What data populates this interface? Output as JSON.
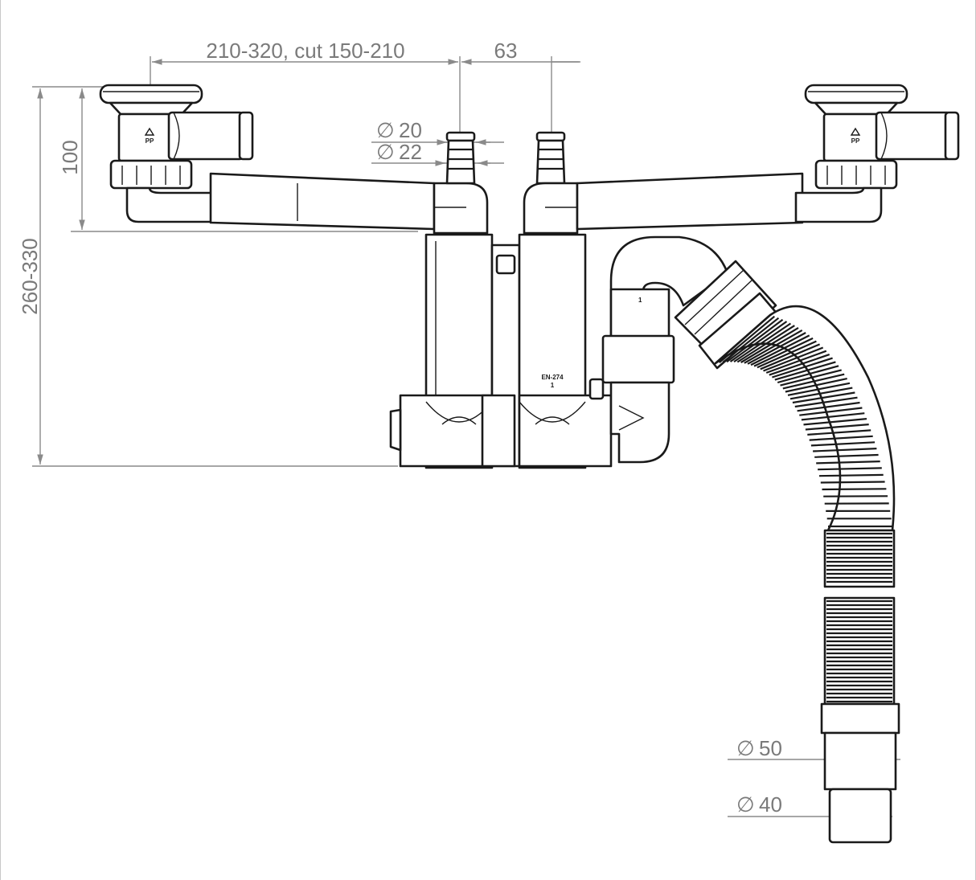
{
  "dimensions": {
    "top_span": "210-320, cut 150-210",
    "top_gap": "63",
    "inlet_small": "20",
    "inlet_large": "22",
    "height_upper": "100",
    "height_total": "260-330",
    "outlet_large": "50",
    "outlet_small": "40",
    "diameter_symbol": "∅"
  },
  "markings": {
    "standard": "EN-274",
    "standard_class": "1",
    "elbow_mark": "1",
    "material_left": "PP",
    "material_right": "PP"
  }
}
